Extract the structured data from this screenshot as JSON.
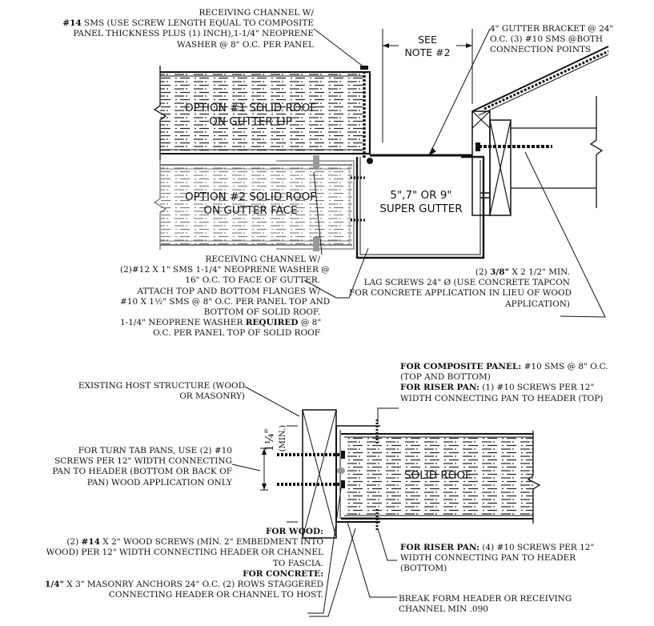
{
  "notes": {
    "top_left": {
      "line1": "RECEIVING CHANNEL W/",
      "line2_bold": "#14",
      "line2": " SMS (USE SCREW LENGTH EQUAL TO COMPOSITE",
      "line3": "PANEL THICKNESS PLUS (1) INCH),1-1/4\" NEOPRENE",
      "line4": "WASHER @ 8\" O.C. PER PANEL"
    },
    "see_note": {
      "line1": "SEE",
      "line2": "NOTE #2"
    },
    "gutter_bracket": {
      "line1": "4\" GUTTER BRACKET @ 24\"",
      "line2": "O.C. (3) #10 SMS @BOTH",
      "line3": "CONNECTION POINTS"
    },
    "option1": {
      "line1": "OPTION #1  SOLID ROOF",
      "line2": "ON GUTTER LIP"
    },
    "option2": {
      "line1": "OPTION #2  SOLID ROOF",
      "line2": "ON GUTTER FACE"
    },
    "gutter": {
      "line1": "5\",7\" OR 9\"",
      "line2": "SUPER GUTTER"
    },
    "receiving_channel_2": {
      "line1": "RECEIVING CHANNEL W/",
      "line2": "(2)#12 X 1\" SMS 1-1/4\" NEOPRENE WASHER @",
      "line3": "16\" O.C. TO FACE OF GUTTER.",
      "line4": "ATTACH TOP AND BOTTOM FLANGES W/",
      "line5": "#10 X 1½\" SMS @ 8\" O.C. PER PANEL TOP AND",
      "line6": "BOTTOM OF SOLID ROOF.",
      "line7a": "1-1/4\" NEOPRENE WASHER ",
      "line7b": "REQUIRED",
      "line7c": " @ 8\"",
      "line8": "O.C. PER PANEL TOP OF SOLID ROOF"
    },
    "lag_screws": {
      "line1a": "(2) ",
      "line1b": "3/8\"",
      "line1c": " X 2 1/2\" MIN.",
      "line2": "LAG SCREWS 24\" Ø (USE CONCRETE TAPCON",
      "line3": "FOR CONCRETE APPLICATION IN LIEU OF WOOD",
      "line4": "APPLICATION)"
    },
    "composite_panel": {
      "line1a": "FOR COMPOSITE PANEL:",
      "line1b": " #10 SMS @ 8\" O.C.",
      "line2": "(TOP AND BOTTOM)",
      "line3a": "FOR RISER PAN:",
      "line3b": " (1) #10 SCREWS PER 12\"",
      "line4": "WIDTH CONNECTING PAN TO HEADER (TOP)"
    },
    "host_structure": {
      "line1": "EXISTING HOST STRUCTURE (WOOD",
      "line2": "OR MASONRY)"
    },
    "min_dim": {
      "fraction": "1¼\"",
      "label": "(MIN.)"
    },
    "turn_tab": {
      "line1": "FOR TURN TAB PANS, USE (2) #10",
      "line2": "SCREWS PER 12\" WIDTH CONNECTING",
      "line3": "PAN TO HEADER (BOTTOM OR BACK OF",
      "line4": "PAN) WOOD APPLICATION ONLY"
    },
    "solid_roof": "SOLID ROOF",
    "wood": {
      "title": "FOR WOOD:",
      "line1a": "(2) ",
      "line1b": "#14",
      "line1c": " X 2\" WOOD SCREWS (MIN. 2\" EMBEDMENT INTO",
      "line2": "WOOD) PER 12\" WIDTH CONNECTING  HEADER OR CHANNEL",
      "line3": "TO FASCIA.",
      "title2": "FOR CONCRETE:",
      "line4a": "1/4\"",
      "line4b": " X 3\" MASONRY ANCHORS 24\" O.C. (2) ROWS STAGGERED",
      "line5": "CONNECTING HEADER OR CHANNEL TO HOST."
    },
    "riser_bottom": {
      "line1a": "FOR RISER PAN:",
      "line1b": " (4) #10 SCREWS PER 12\"",
      "line2": "WIDTH CONNECTING PAN TO HEADER",
      "line3": "(BOTTOM)"
    },
    "break_form": {
      "line1": "BREAK FORM HEADER OR RECEIVING",
      "line2": "CHANNEL MIN .090"
    }
  }
}
